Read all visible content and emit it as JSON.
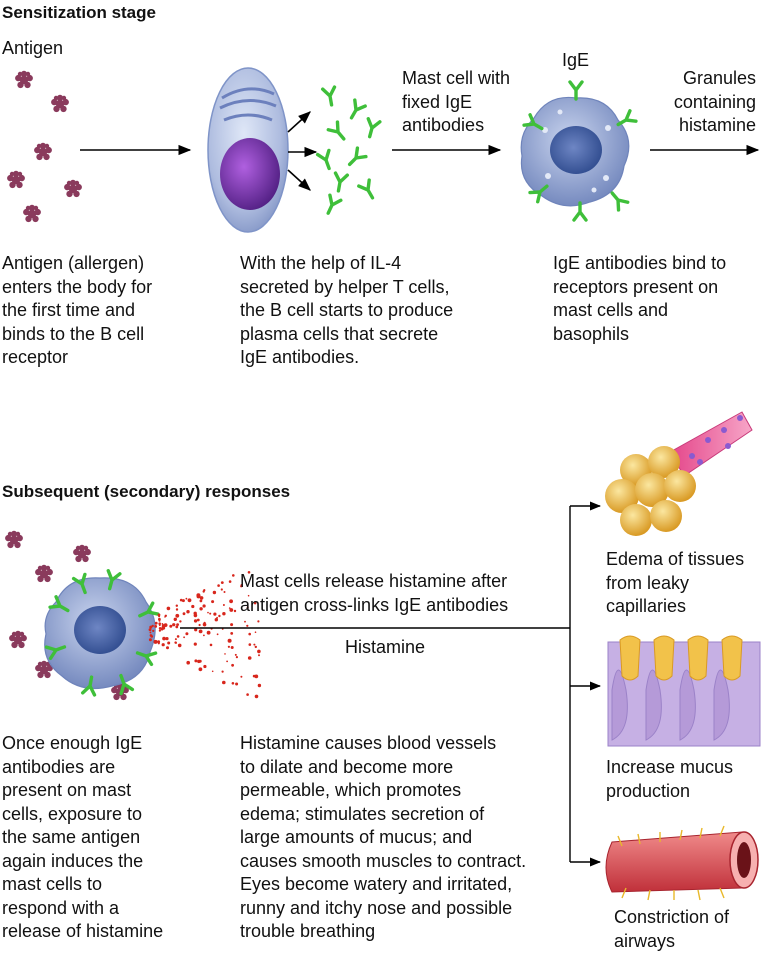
{
  "sensitization": {
    "heading": "Sensitization stage",
    "antigen_label": "Antigen",
    "mast_cell_label": "Mast cell with\nfixed IgE\nantibodies",
    "ige_label": "IgE",
    "granules_label": "Granules\ncontaining\nhistamine",
    "caption_antigen": "Antigen (allergen)\nenters the body for\nthe first time and\nbinds to the B cell\nreceptor",
    "caption_bcell": "With the help of IL-4\nsecreted by  helper T cells,\nthe B cell starts to produce\nplasma cells that secrete\nIgE antibodies.",
    "caption_bind": "IgE  antibodies bind to\nreceptors present on\nmast cells and\nbasophils"
  },
  "secondary": {
    "heading": "Subsequent (secondary) responses",
    "release_label": "Mast cells release histamine after\nantigen cross-links IgE antibodies",
    "histamine_label": "Histamine",
    "caption_mast": "Once enough IgE\nantibodies are\npresent on mast\ncells, exposure to\nthe same antigen\nagain induces the\nmast cells to\nrespond with a\nrelease of histamine",
    "caption_histamine": "Histamine causes blood vessels\nto dilate and become more\npermeable, which promotes\nedema; stimulates secretion of\nlarge amounts of mucus; and\ncauses smooth muscles to contract.\nEyes become watery and irritated,\nrunny and itchy nose and possible\ntrouble breathing",
    "effect_edema": "Edema of tissues\nfrom leaky capillaries",
    "effect_mucus": "Increase mucus\nproduction",
    "effect_airways": "Constriction of\nairways"
  },
  "colors": {
    "antigen": "#8a3a5c",
    "antibody": "#3fbf3a",
    "cell_blue": "#7f94c8",
    "nucleus": "#5a2a8c",
    "histamine": "#d8261c",
    "gland": "#f2c24a",
    "muscle": "#e0505a"
  }
}
